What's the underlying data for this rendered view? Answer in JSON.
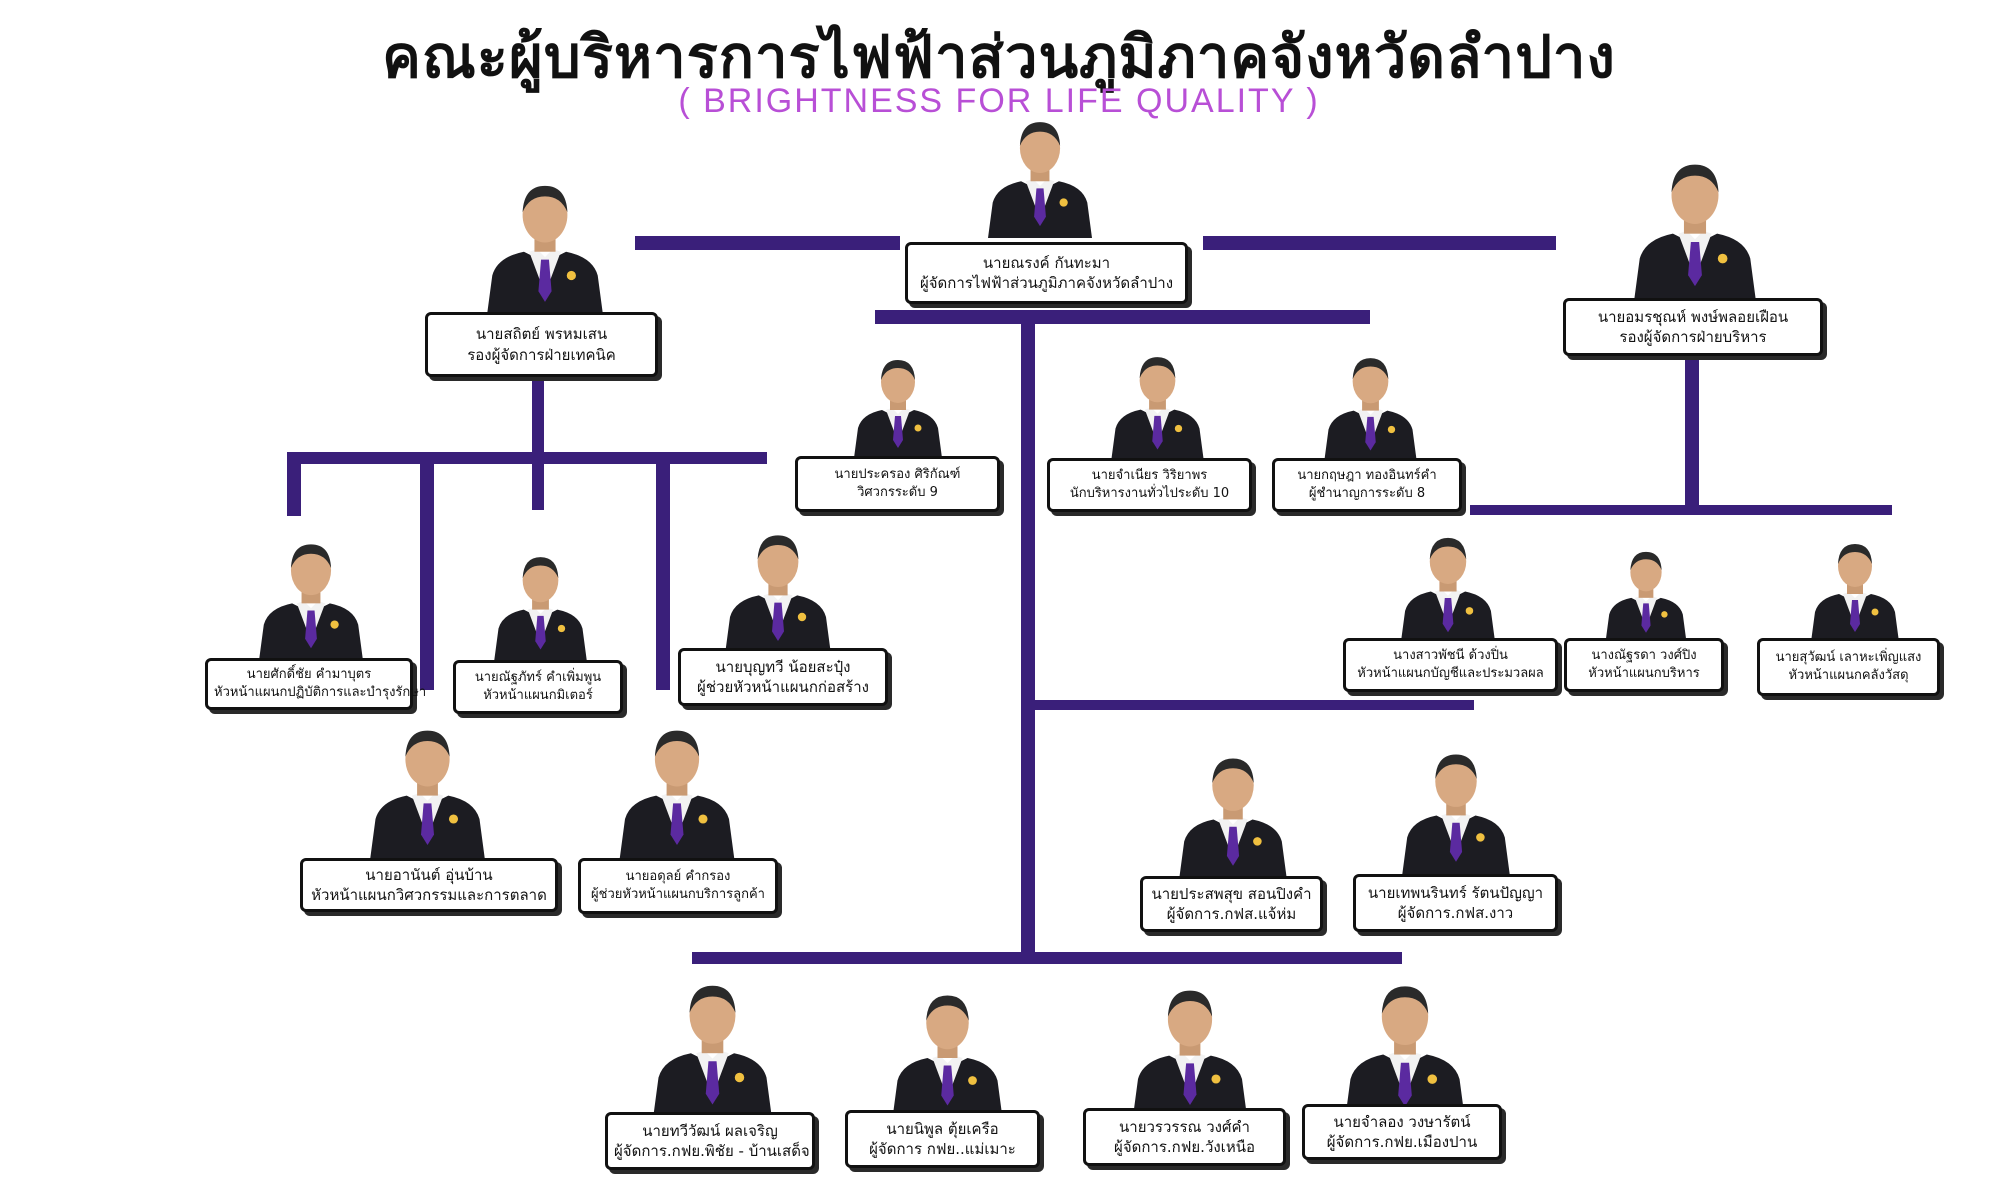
{
  "header": {
    "title": "คณะผู้บริหารการไฟฟ้าส่วนภูมิภาคจังหวัดลำปาง",
    "subtitle": "( BRIGHTNESS FOR LIFE QUALITY )",
    "subtitle_color": "#b84fd6"
  },
  "colors": {
    "connector": "#3a1f7a",
    "tie": "#5b2aa0",
    "suit": "#1c1c22"
  },
  "people": [
    {
      "name": "นายณรงค์ กันทะมา",
      "position": "ผู้จัดการไฟฟ้าส่วนภูมิภาคจังหวัดลำปาง"
    },
    {
      "name": "นายสถิตย์ พรหมเสน",
      "position": "รองผู้จัดการฝ่ายเทคนิค"
    },
    {
      "name": "นายอมรชุณห์ พงษ์พลอยเฝือน",
      "position": "รองผู้จัดการฝ่ายบริหาร"
    },
    {
      "name": "นายประครอง ศิริกัณฑ์",
      "position": "วิศวกรระดับ 9"
    },
    {
      "name": "นายจำเนียร วิริยาพร",
      "position": "นักบริหารงานทั่วไประดับ 10"
    },
    {
      "name": "นายกฤษฎา ทองอินทร์คำ",
      "position": "ผู้ชำนาญการระดับ 8"
    },
    {
      "name": "นายศักดิ์ชัย คำมาบุตร",
      "position": "หัวหน้าแผนกปฏิบัติการและบำรุงรักษา"
    },
    {
      "name": "นายณัฐภัทร์ คำเพิ่มพูน",
      "position": "หัวหน้าแผนกมิเตอร์"
    },
    {
      "name": "นายบุญทวี น้อยสะปุ๋ง",
      "position": "ผู้ช่วยหัวหน้าแผนกก่อสร้าง"
    },
    {
      "name": "นางสาวพัชนี ด้วงปิ่น",
      "position": "หัวหน้าแผนกบัญชีและประมวลผล"
    },
    {
      "name": "นางณัฐรดา วงศ์ปิง",
      "position": "หัวหน้าแผนกบริหาร"
    },
    {
      "name": "นายสุวัฒน์ เลาหะเพิ่ญแสง",
      "position": "หัวหน้าแผนกคลังวัสดุ"
    },
    {
      "name": "นายอานันต์ อุ่นบ้าน",
      "position": "หัวหน้าแผนกวิศวกรรมและการตลาด"
    },
    {
      "name": "นายอดุลย์ คำกรอง",
      "position": "ผู้ช่วยหัวหน้าแผนกบริการลูกค้า"
    },
    {
      "name": "นายประสพสุข สอนปิงคำ",
      "position": "ผู้จัดการ.กฟส.แจ้ห่ม"
    },
    {
      "name": "นายเทพนรินทร์ รัตนปัญญา",
      "position": "ผู้จัดการ.กฟส.งาว"
    },
    {
      "name": "นายทวีวัฒน์ ผลเจริญ",
      "position": "ผู้จัดการ.กฟย.พิชัย - บ้านเสด็จ"
    },
    {
      "name": "นายนิพูล ตุ้ยเครือ",
      "position": "ผู้จัดการ กฟย..แม่เมาะ"
    },
    {
      "name": "นายวรวรรณ วงศ์คำ",
      "position": "ผู้จัดการ.กฟย.วังเหนือ"
    },
    {
      "name": "นายจำลอง วงษารัตน์",
      "position": "ผู้จัดการ.กฟย.เมืองปาน"
    }
  ]
}
